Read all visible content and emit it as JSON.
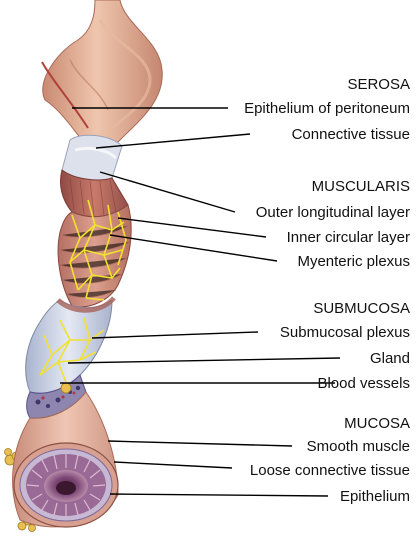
{
  "sections": [
    {
      "heading": "SEROSA",
      "labels": [
        "Epithelium of peritoneum",
        "Connective tissue"
      ]
    },
    {
      "heading": "MUSCULARIS",
      "labels": [
        "Outer longitudinal layer",
        "Inner circular layer",
        "Myenteric plexus"
      ]
    },
    {
      "heading": "SUBMUCOSA",
      "labels": [
        "Submucosal plexus",
        "Gland",
        "Blood vessels"
      ]
    },
    {
      "heading": "MUCOSA",
      "labels": [
        "Smooth muscle",
        "Loose connective tissue",
        "Epithelium"
      ]
    }
  ],
  "colors": {
    "serosa_outer": "#e8b89a",
    "serosa_inner": "#d99a7c",
    "connective": "#d7dce8",
    "muscle_longitudinal": "#b7665a",
    "muscle_circular": "#c98776",
    "plexus": "#f0e030",
    "submucosa": "#c9d3e6",
    "mucosa_outer": "#e7b3a0",
    "mucosa_lumen": "#8c5a8a",
    "gland": "#e9c050",
    "blood_vessel": "#5a4f8a"
  }
}
